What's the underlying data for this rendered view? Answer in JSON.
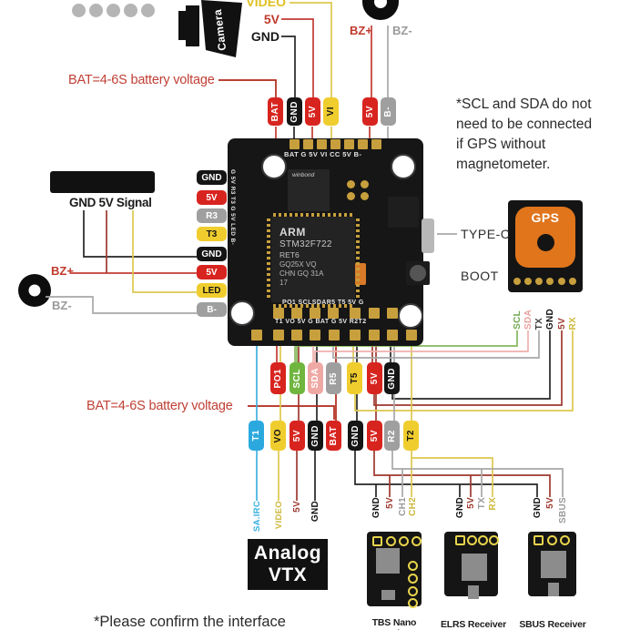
{
  "notes": {
    "battery_top": "BAT=4-6S battery voltage",
    "battery_bottom": "BAT=4-6S battery voltage",
    "gps_note": "*SCL and SDA do not\nneed to be connected\nif GPS without\nmagnetometer.",
    "bottom_note": "*Please confirm the interface"
  },
  "camera": {
    "label": "Camera",
    "pins": [
      {
        "label": "VIDEO"
      },
      {
        "label": "5V"
      },
      {
        "label": "GND"
      }
    ]
  },
  "buzzer_top": {
    "positive": "BZ+",
    "negative": "BZ-"
  },
  "buzzer_left": {
    "positive": "BZ+",
    "negative": "BZ-"
  },
  "led_connector": {
    "label": "GND 5V Signal"
  },
  "fc_board": {
    "silk_top": "BAT G 5V VI CC 5V B-",
    "silk_left": "G 5V R3 T3 G 5V LED B-",
    "silk_row1": "PO1 SCLSDAR5 T5 5V G",
    "silk_row2": "T1 VO 5V G BAT G 5V R2T2",
    "flash_chip": "winbond",
    "mcu": {
      "lines": [
        "ARM",
        "STM32F722",
        "RET6",
        "GQ25X VQ",
        "CHN GQ 31A",
        "17"
      ]
    },
    "typec_label": "TYPE-C",
    "boot_label": "BOOT",
    "top_pads": [
      {
        "label": "BAT"
      },
      {
        "label": "GND"
      },
      {
        "label": "5V"
      },
      {
        "label": "VI"
      },
      {
        "label": "5V"
      },
      {
        "label": "B-"
      }
    ],
    "left_pads": [
      {
        "label": "GND"
      },
      {
        "label": "5V"
      },
      {
        "label": "R3"
      },
      {
        "label": "T3"
      },
      {
        "label": "GND"
      },
      {
        "label": "5V"
      },
      {
        "label": "LED"
      },
      {
        "label": "B-"
      }
    ],
    "bottom_row1": [
      {
        "label": "PO1"
      },
      {
        "label": "SCL"
      },
      {
        "label": "SDA"
      },
      {
        "label": "R5"
      },
      {
        "label": "T5"
      },
      {
        "label": "5V"
      },
      {
        "label": "GND"
      }
    ],
    "bottom_row2": [
      {
        "label": "T1"
      },
      {
        "label": "VO"
      },
      {
        "label": "5V"
      },
      {
        "label": "GND"
      },
      {
        "label": "BAT"
      },
      {
        "label": "GND"
      },
      {
        "label": "5V"
      },
      {
        "label": "R2"
      },
      {
        "label": "T2"
      }
    ]
  },
  "gps": {
    "label": "GPS",
    "pins": [
      "SCL",
      "SDA",
      "TX",
      "GND",
      "5V",
      "RX"
    ]
  },
  "vtx": {
    "line1": "Analog",
    "line2": "VTX",
    "pins": [
      "SA.IRC",
      "VIDEO",
      "5V",
      "GND"
    ]
  },
  "receivers": [
    {
      "name": "TBS Nano Receiver",
      "pins": [
        "GND",
        "5V",
        "CH1",
        "CH2"
      ]
    },
    {
      "name": "ELRS Receiver",
      "pins": [
        "GND",
        "5V",
        "TX",
        "RX"
      ]
    },
    {
      "name": "SBUS Receiver",
      "pins": [
        "GND",
        "5V",
        "SBUS"
      ]
    }
  ],
  "colors": {
    "pad_red": "#d8241f",
    "pad_yellow": "#f0cd2e",
    "pad_gray": "#9f9f9f",
    "pad_black": "#151515",
    "pad_green": "#6fb53e",
    "pad_pink": "#efa9a5",
    "pad_blue": "#2ba9df",
    "wire_5v_dark": "#9e382e",
    "battery_line": "#b02818",
    "gps_orange": "#e0751c",
    "note_red": "#c04036"
  }
}
